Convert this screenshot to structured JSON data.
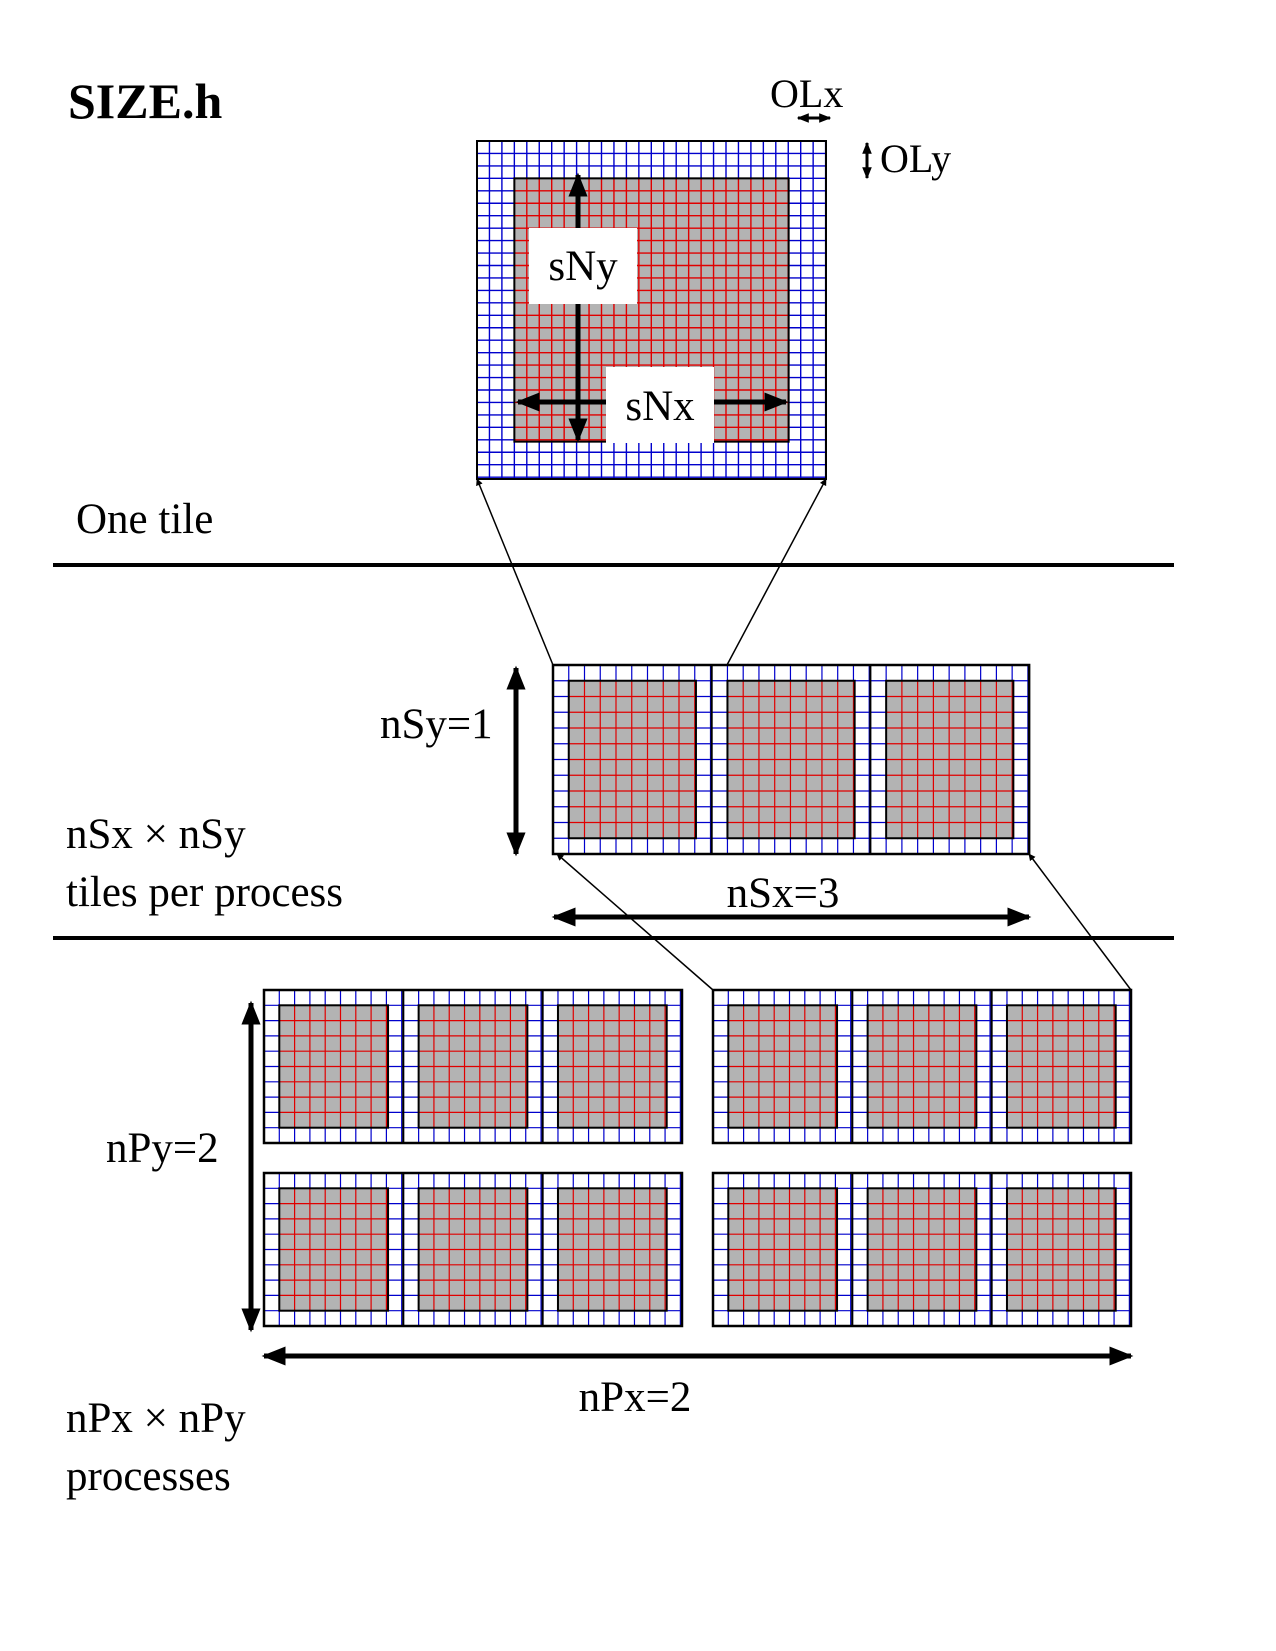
{
  "title": "SIZE.h",
  "section_labels": {
    "tile": "One tile",
    "process_line1": "nSx × nSy",
    "process_line2": "tiles per process",
    "global_line1": "nPx × nPy",
    "global_line2": "processes"
  },
  "dimension_labels": {
    "olx": "OLx",
    "oly": "OLy",
    "sny": "sNy",
    "snx": "sNx",
    "nsy": "nSy=1",
    "nsx": "nSx=3",
    "npy": "nPy=2",
    "npx": "nPx=2"
  },
  "params": {
    "nSx": 3,
    "nSy": 1,
    "nPx": 2,
    "nPy": 2
  },
  "colors": {
    "halo_grid": "#0000cc",
    "interior_fill": "#b3b3b3",
    "interior_grid": "#e00000",
    "outline": "#000000"
  }
}
